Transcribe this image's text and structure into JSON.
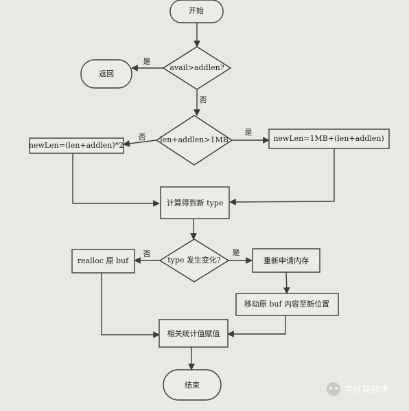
{
  "nodes": {
    "start": "开始",
    "cond_avail": "avail>addlen?",
    "return": "返回",
    "cond_len": "len+addlen>1MB",
    "newlen_double": "newLen=(len+addlen)*2",
    "newlen_plus": "newLen=1MB+(len+addlen)",
    "calc_type": "计算得到新 type",
    "cond_type": "type 发生变化?",
    "realloc": "realloc 原 buf",
    "realloc_new": "重新申请内存",
    "move_buf": "移动原 buf 内容至新位置",
    "assign_stats": "相关统计值赋值",
    "end": "结束"
  },
  "edges": {
    "avail_yes": "是",
    "avail_no": "否",
    "len_no": "否",
    "len_yes": "是",
    "type_no": "否",
    "type_yes": "是"
  },
  "watermark": "华仔聊技术"
}
